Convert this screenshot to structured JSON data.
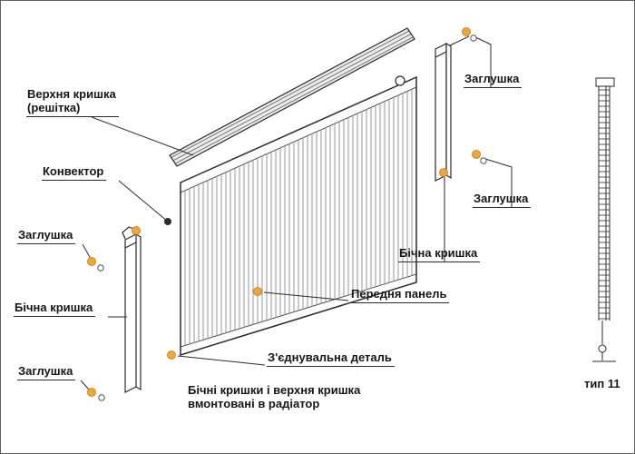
{
  "diagram": {
    "labels": {
      "top_cover_line1": "Верхня кришка",
      "top_cover_line2": "(решітка)",
      "convector": "Конвектор",
      "plug": "Заглушка",
      "side_cover": "Бічна кришка",
      "front_panel": "Передня панель",
      "connector_part": "З'єднувальна деталь",
      "note_line1": "Бічні кришки і верхня кришка",
      "note_line2": "вмонтовані в радіатор",
      "type_label": "тип 11"
    },
    "colors": {
      "marker": "#F2A638",
      "marker_edge": "#B87B17",
      "outline": "#2B2B2B"
    }
  }
}
